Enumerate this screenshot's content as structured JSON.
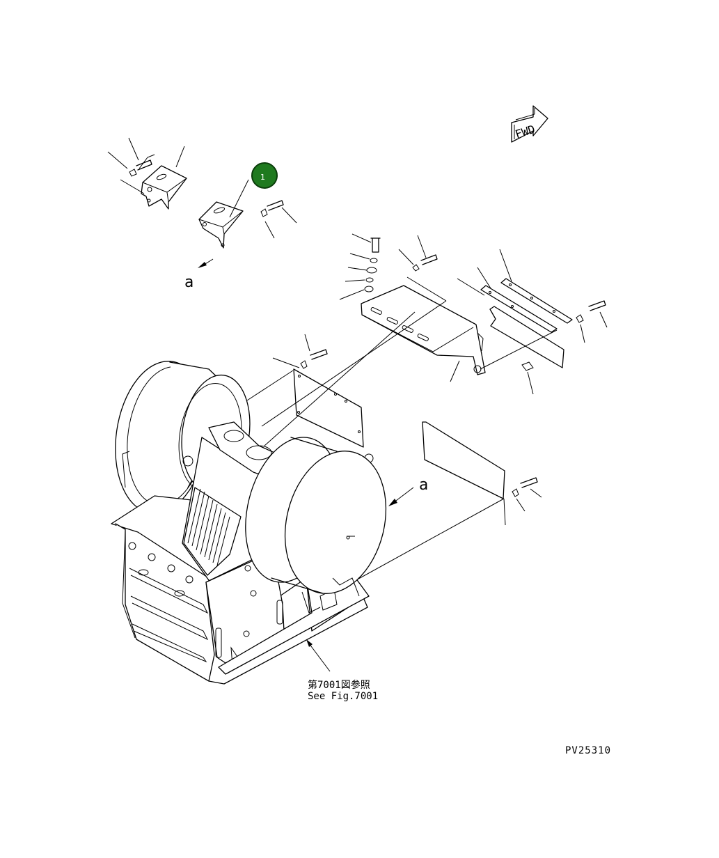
{
  "diagram": {
    "fwd_label": "FWD",
    "callout_1": "1",
    "view_label_top": "a",
    "view_label_right": "a",
    "reference_jp": "第7001図参照",
    "reference_en": "See Fig.7001",
    "drawing_number": "PV25310"
  },
  "colors": {
    "line": "#000000",
    "background": "#ffffff",
    "callout_fill": "#1f7a1f",
    "callout_ring": "#0b3d0b"
  }
}
